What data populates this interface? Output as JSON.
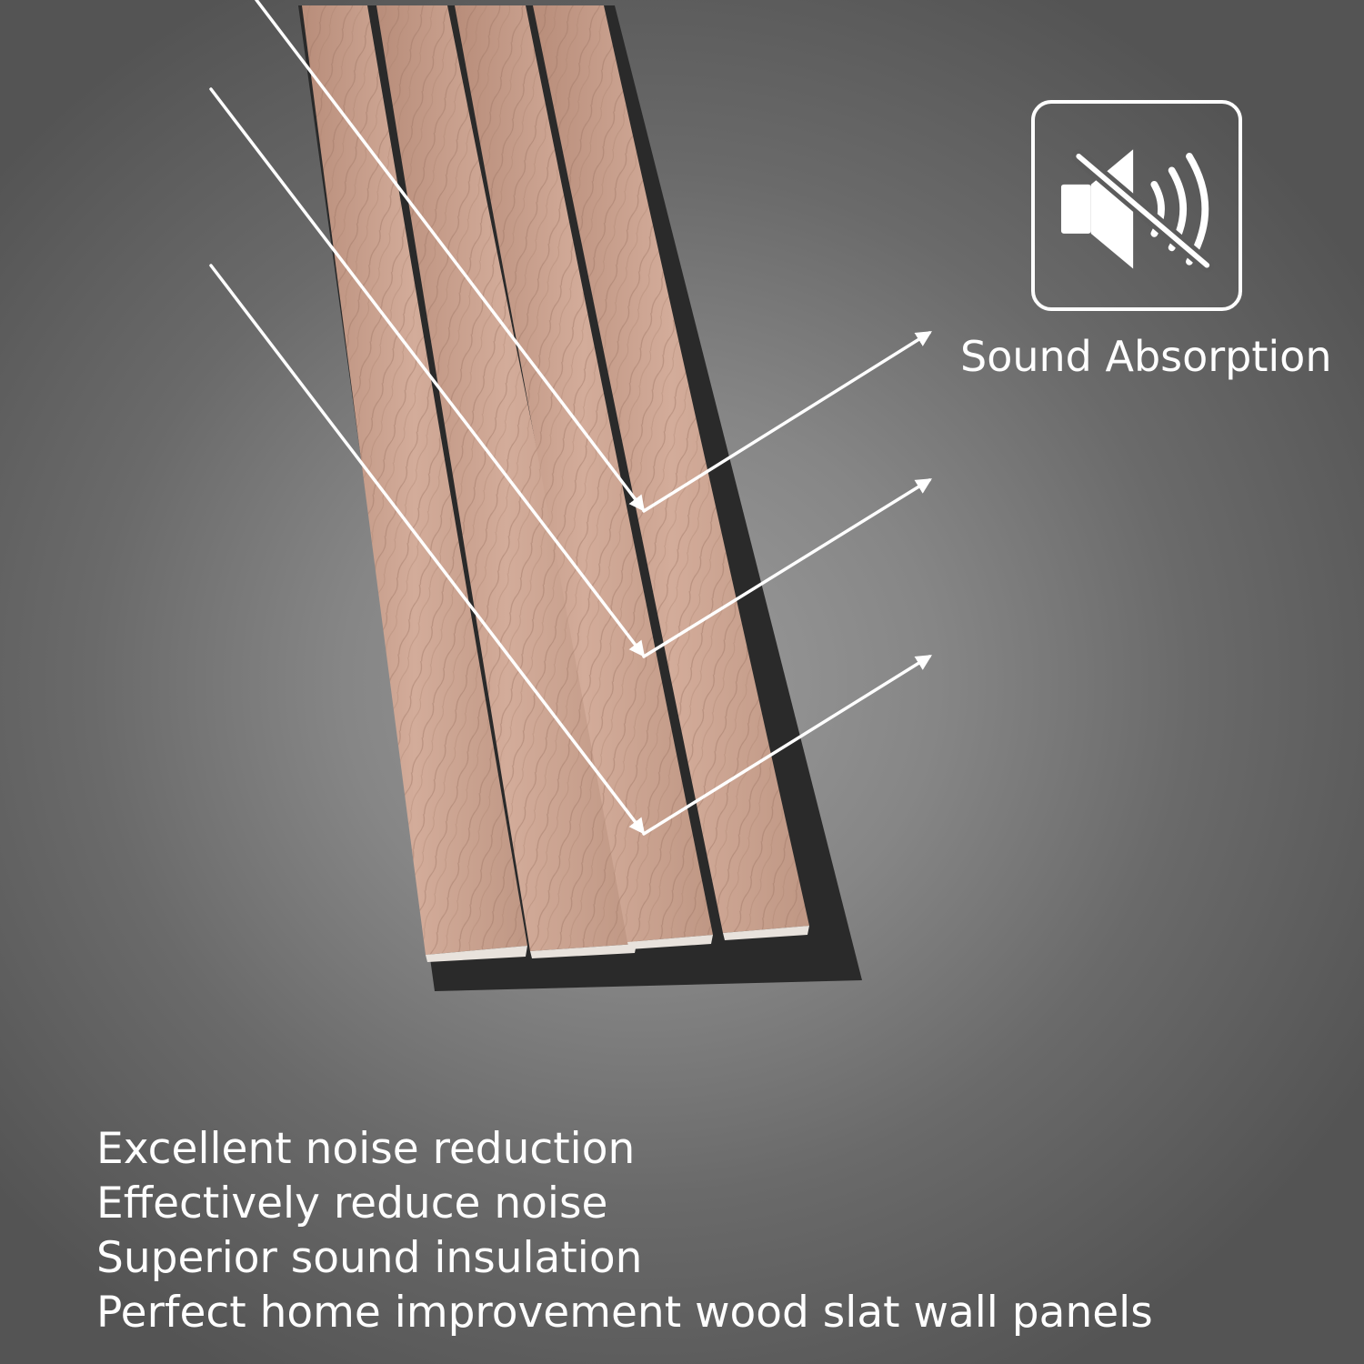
{
  "badge": {
    "icon": "sound-muted-icon",
    "label": "Sound Absorption"
  },
  "features": [
    "Excellent noise reduction",
    "Effectively reduce noise",
    "Superior sound insulation",
    "Perfect home improvement wood slat wall panels"
  ],
  "colors": {
    "text": "#ffffff",
    "backing": "#2a2a2a",
    "wood": "#c9a290"
  }
}
